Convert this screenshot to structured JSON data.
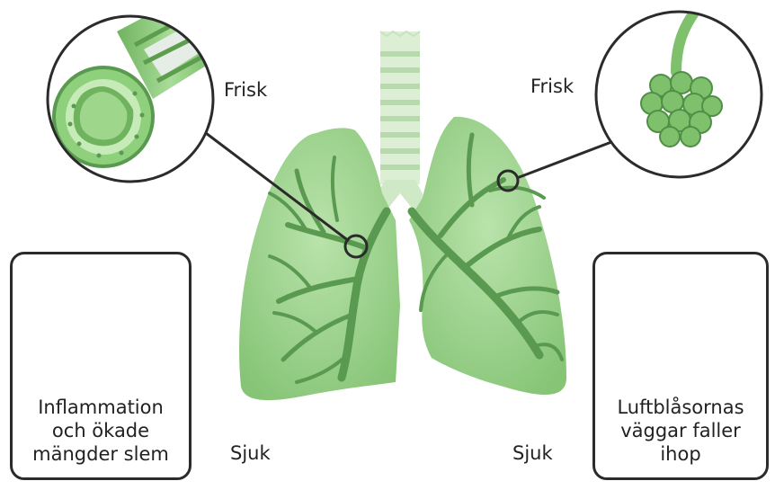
{
  "labels": {
    "healthy_left": "Frisk",
    "healthy_right": "Frisk",
    "sick_left": "Sjuk",
    "sick_right": "Sjuk"
  },
  "captions": {
    "bronchus_sick": [
      "Inflammation",
      "och ökade",
      "mängder slem"
    ],
    "alveoli_sick": [
      "Luftblåsornas",
      "väggar faller",
      "ihop"
    ]
  },
  "colors": {
    "lung_fill": "#9fd48f",
    "lung_dark": "#5a9a50",
    "trachea_light": "#dcefd5",
    "outline": "#2b2b2b"
  }
}
